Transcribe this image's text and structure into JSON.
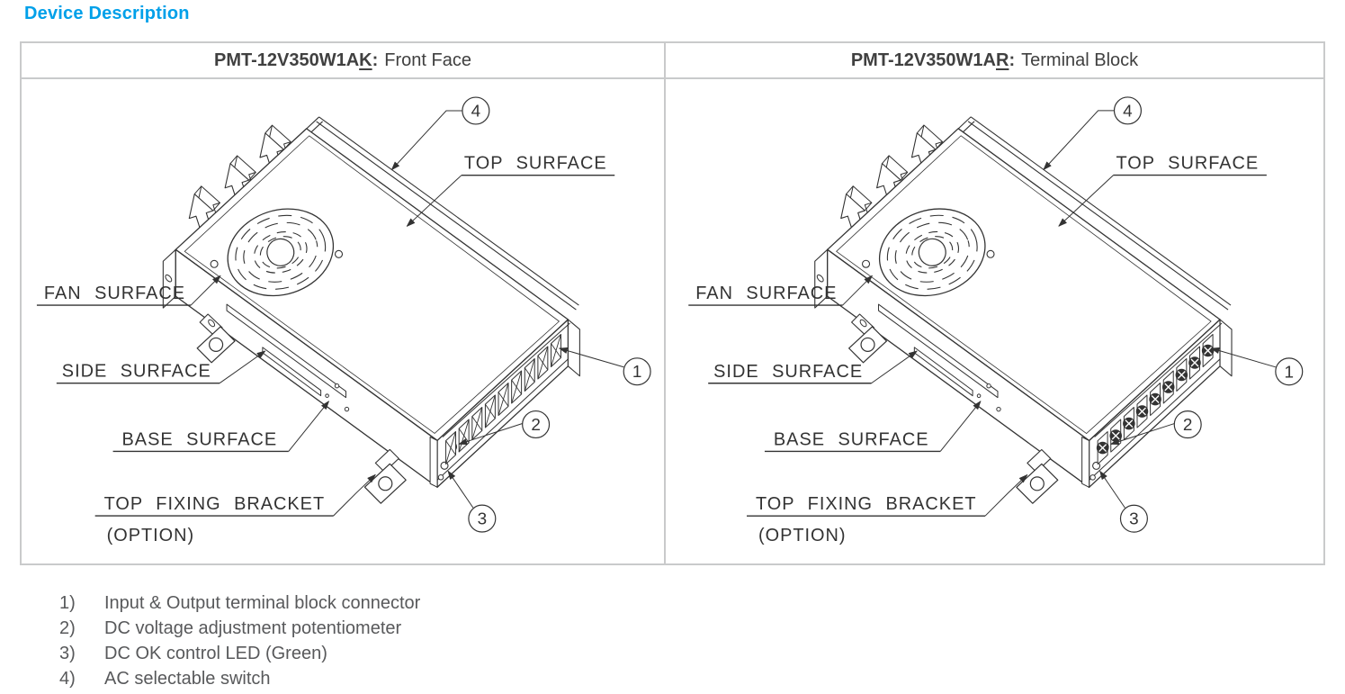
{
  "page": {
    "title": "Device Description"
  },
  "colors": {
    "title_blue": "#00A0E9",
    "header_text": "#404040",
    "body_text": "#58595B",
    "line": "#333333",
    "table_border": "#C9CACB"
  },
  "panels": [
    {
      "model_prefix": "PMT-12V350W1A",
      "model_underlined": "K",
      "colon": ":",
      "view_label": "Front Face",
      "variant": "covered"
    },
    {
      "model_prefix": "PMT-12V350W1A",
      "model_underlined": "R",
      "colon": ":",
      "view_label": "Terminal Block",
      "variant": "screws"
    }
  ],
  "diagram": {
    "labels": {
      "top_surface": "TOP SURFACE",
      "fan_surface": "FAN SURFACE",
      "side_surface": "SIDE SURFACE",
      "base_surface": "BASE SURFACE",
      "top_fixing_bracket": "TOP FIXING BRACKET",
      "option": "(OPTION)"
    },
    "callouts": [
      "1",
      "2",
      "3",
      "4"
    ]
  },
  "legend": {
    "items": [
      {
        "num": "1)",
        "text": "Input & Output terminal block connector"
      },
      {
        "num": "2)",
        "text": "DC voltage adjustment potentiometer"
      },
      {
        "num": "3)",
        "text": "DC OK control LED (Green)"
      },
      {
        "num": "4)",
        "text": "AC selectable switch"
      }
    ]
  }
}
